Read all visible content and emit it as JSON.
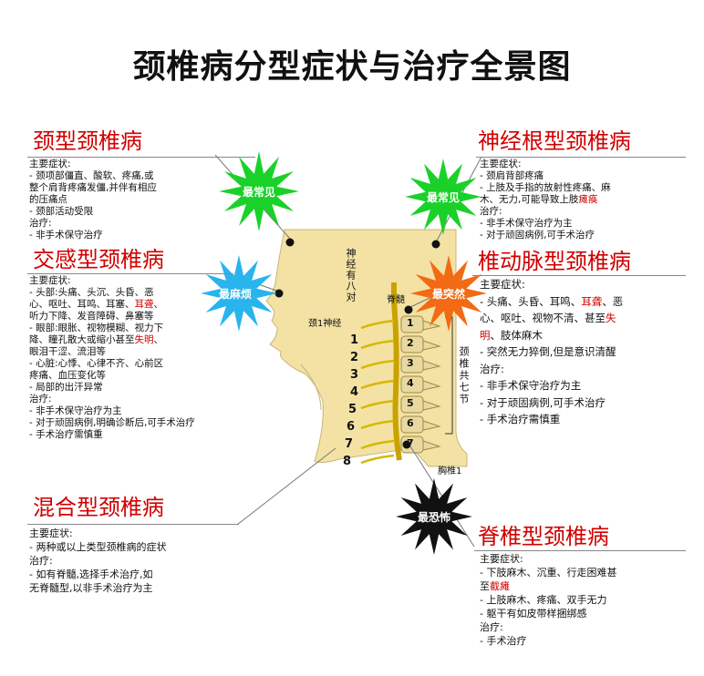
{
  "title": "颈椎病分型症状与治疗全景图",
  "types": {
    "neck": {
      "heading": "颈型颈椎病",
      "lines": [
        [
          {
            "t": "主要症状:"
          }
        ],
        [
          {
            "t": "- 颈项部僵直、酸软、疼痛,或"
          }
        ],
        [
          {
            "t": "  整个肩背疼痛发僵,并伴有相应"
          }
        ],
        [
          {
            "t": "  的压痛点"
          }
        ],
        [
          {
            "t": "- 颈部活动受限"
          }
        ],
        [
          {
            "t": "治疗:"
          }
        ],
        [
          {
            "t": "- 非手术保守治疗"
          }
        ]
      ],
      "badge": "最常见"
    },
    "sympathetic": {
      "heading": "交感型颈椎病",
      "lines": [
        [
          {
            "t": "主要症状:"
          }
        ],
        [
          {
            "t": "- 头部:头痛、头沉、头昏、恶"
          }
        ],
        [
          {
            "t": "  心、呕吐、耳鸣、耳塞、"
          },
          {
            "t": "耳聋",
            "red": true
          },
          {
            "t": "、"
          }
        ],
        [
          {
            "t": "  听力下降、发音障碍、鼻塞等"
          }
        ],
        [
          {
            "t": "- 眼部:眼胀、视物模糊、视力下"
          }
        ],
        [
          {
            "t": "  降、瞳孔散大或缩小甚至"
          },
          {
            "t": "失明",
            "red": true
          },
          {
            "t": "、"
          }
        ],
        [
          {
            "t": "  眼泪干涩、流泪等"
          }
        ],
        [
          {
            "t": "- 心脏:心悸、心律不齐、心前区"
          }
        ],
        [
          {
            "t": "  疼痛、血压变化等"
          }
        ],
        [
          {
            "t": "- 局部的出汗异常"
          }
        ],
        [
          {
            "t": "治疗:"
          }
        ],
        [
          {
            "t": "- 非手术保守治疗为主"
          }
        ],
        [
          {
            "t": "- 对于顽固病例,明确诊断后,可手术治疗"
          }
        ],
        [
          {
            "t": "- 手术治疗需慎重"
          }
        ]
      ],
      "badge": "最麻烦"
    },
    "mixed": {
      "heading": "混合型颈椎病",
      "lines": [
        [
          {
            "t": "主要症状:"
          }
        ],
        [
          {
            "t": "- 两种或以上类型颈椎病的症状"
          }
        ],
        [
          {
            "t": "治疗:"
          }
        ],
        [
          {
            "t": "- 如有脊髓,选择手术治疗,如"
          }
        ],
        [
          {
            "t": "  无脊髓型,以非手术治疗为主"
          }
        ]
      ]
    },
    "nerve_root": {
      "heading": "神经根型颈椎病",
      "lines": [
        [
          {
            "t": "主要症状:"
          }
        ],
        [
          {
            "t": "- 颈肩背部疼痛"
          }
        ],
        [
          {
            "t": "- 上肢及手指的放射性疼痛、麻"
          }
        ],
        [
          {
            "t": "  木、无力,可能导致上肢"
          },
          {
            "t": "瘫痪",
            "red": true
          }
        ],
        [
          {
            "t": "治疗:"
          }
        ],
        [
          {
            "t": "- 非手术保守治疗为主"
          }
        ],
        [
          {
            "t": "- 对于顽固病例,可手术治疗"
          }
        ]
      ],
      "badge": "最常见"
    },
    "vertebral_artery": {
      "heading": "椎动脉型颈椎病",
      "lines": [
        [
          {
            "t": "主要症状:"
          }
        ],
        [
          {
            "t": "- 头痛、头昏、耳鸣、"
          },
          {
            "t": "耳聋",
            "red": true
          },
          {
            "t": "、恶"
          }
        ],
        [
          {
            "t": "  心、呕吐、视物不清、甚至"
          },
          {
            "t": "失",
            "red": true
          }
        ],
        [
          {
            "t": "  "
          },
          {
            "t": "明",
            "red": true
          },
          {
            "t": "、肢体麻木"
          }
        ],
        [
          {
            "t": "- 突然无力猝倒,但是意识清醒"
          }
        ],
        [
          {
            "t": "治疗:"
          }
        ],
        [
          {
            "t": "- 非手术保守治疗为主"
          }
        ],
        [
          {
            "t": "- 对于顽固病例,可手术治疗"
          }
        ],
        [
          {
            "t": "- 手术治疗需慎重"
          }
        ]
      ],
      "badge": "最突然"
    },
    "spinal_cord": {
      "heading": "脊椎型颈椎病",
      "lines": [
        [
          {
            "t": "主要症状:"
          }
        ],
        [
          {
            "t": "- 下肢麻木、沉重、行走困难甚"
          }
        ],
        [
          {
            "t": "  至"
          },
          {
            "t": "截瘫",
            "red": true
          }
        ],
        [
          {
            "t": "- 上肢麻木、疼痛、双手无力"
          }
        ],
        [
          {
            "t": "- 躯干有如皮带样捆绑感"
          }
        ],
        [
          {
            "t": "治疗:"
          }
        ],
        [
          {
            "t": "- 手术治疗"
          }
        ]
      ],
      "badge": "最恐怖"
    }
  },
  "anatomy": {
    "nerve_label": "神经有八对",
    "cord_label": "脊髓",
    "c1_nerve_label": "颈1神经",
    "vertebrae_label": "颈椎共七节",
    "thoracic_label": "胸椎1",
    "nerve_numbers": [
      "1",
      "2",
      "3",
      "4",
      "5",
      "6",
      "7",
      "8"
    ],
    "vertebra_numbers": [
      "1",
      "2",
      "3",
      "4",
      "5",
      "6",
      "7"
    ]
  },
  "colors": {
    "heading_red": "#d10000",
    "skin": "#f3e2a4",
    "star_green": "#1ad12a",
    "star_cyan": "#29b4ee",
    "star_orange": "#f26a14",
    "star_black": "#111111",
    "bone": "#e8d9a0",
    "nerve": "#d6b800"
  }
}
